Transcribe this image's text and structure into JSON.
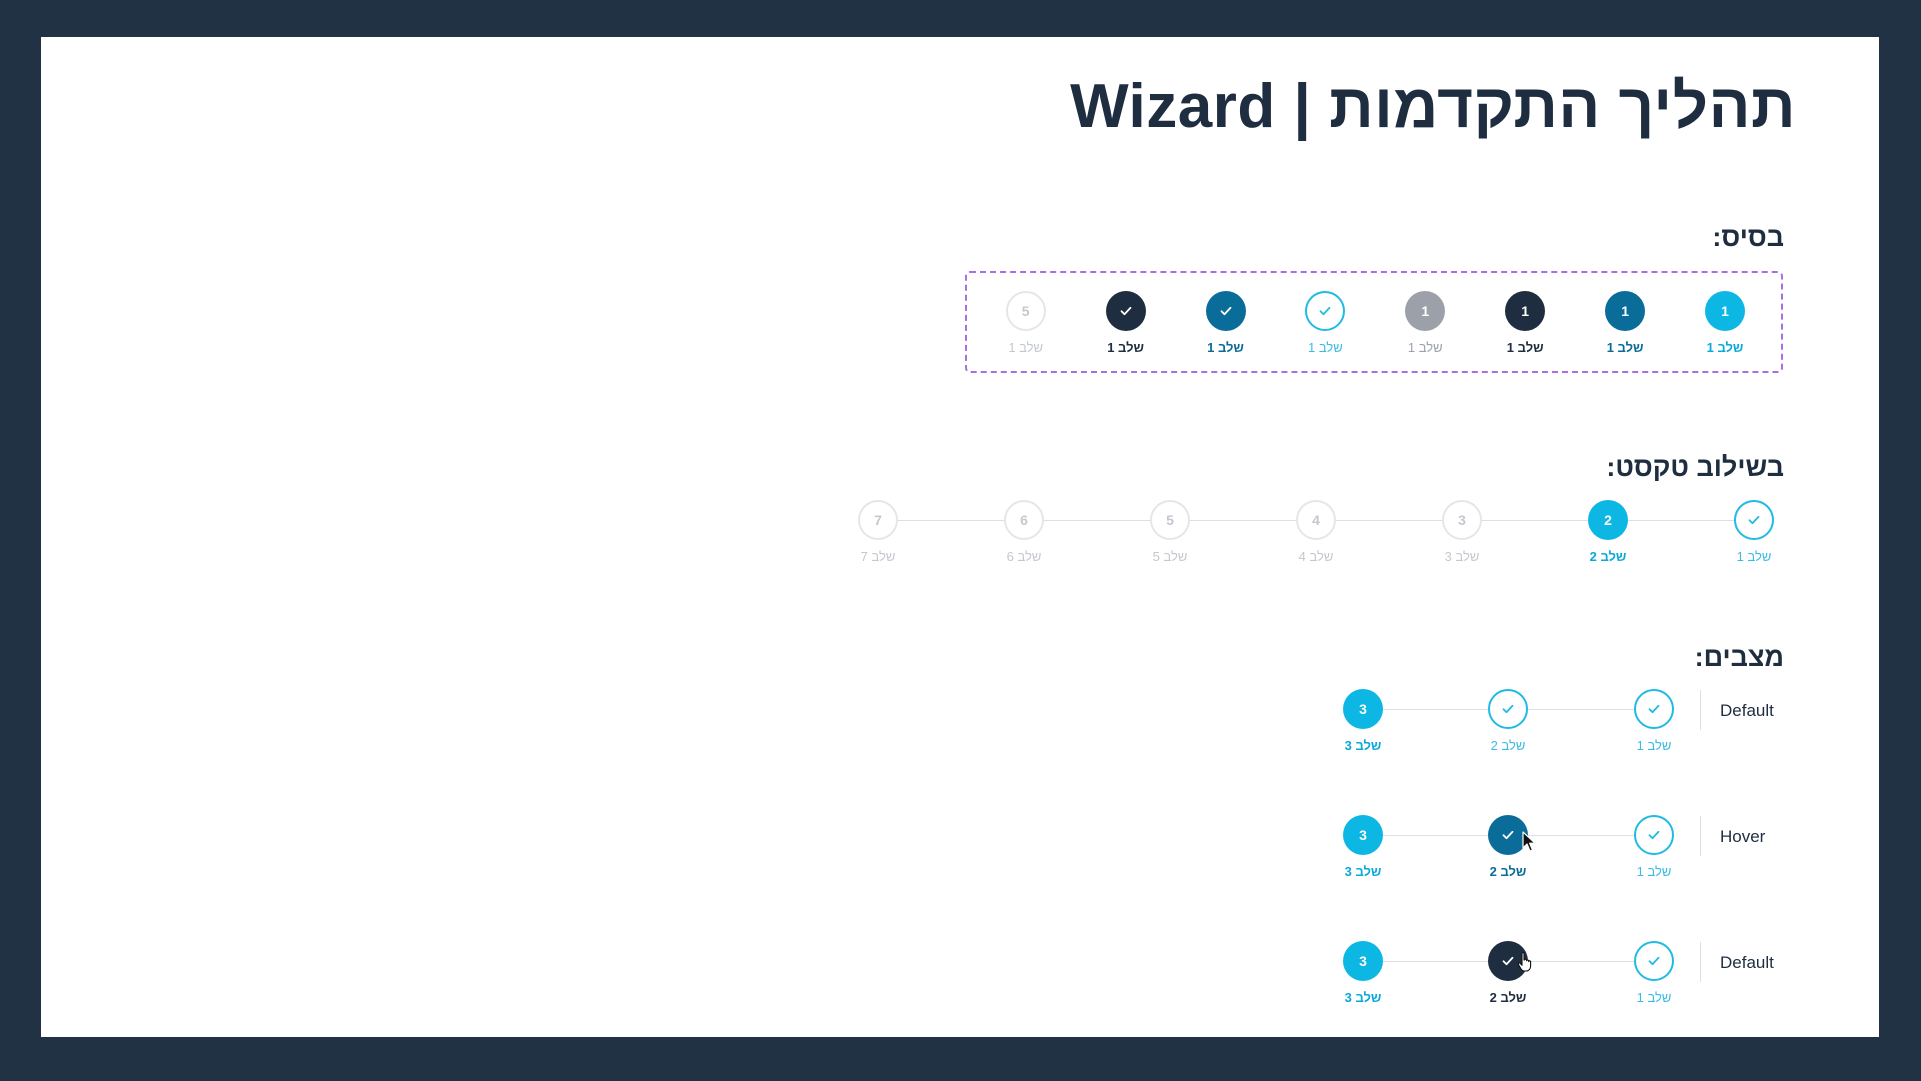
{
  "page_title": "תהליך התקדמות | Wizard",
  "sections": {
    "basic": "בסיס:",
    "with_text": "בשילוב טקסט:",
    "states": "מצבים:"
  },
  "basic_steps": [
    {
      "number": "1",
      "label": "שלב 1",
      "variant": "active",
      "icon": null
    },
    {
      "number": "1",
      "label": "שלב 1",
      "variant": "hover",
      "icon": null
    },
    {
      "number": "1",
      "label": "שלב 1",
      "variant": "press",
      "icon": null
    },
    {
      "number": "1",
      "label": "שלב 1",
      "variant": "disabled",
      "icon": null
    },
    {
      "number": "",
      "label": "שלב 1",
      "variant": "done",
      "icon": "check-icon"
    },
    {
      "number": "",
      "label": "שלב 1",
      "variant": "hover",
      "icon": "check-icon"
    },
    {
      "number": "",
      "label": "שלב 1",
      "variant": "press",
      "icon": "check-icon"
    },
    {
      "number": "5",
      "label": "שלב 1",
      "variant": "future",
      "icon": null
    }
  ],
  "text_steps": [
    {
      "number": "",
      "label": "שלב 1",
      "variant": "done",
      "icon": "check-icon"
    },
    {
      "number": "2",
      "label": "שלב 2",
      "variant": "active",
      "icon": null
    },
    {
      "number": "3",
      "label": "שלב 3",
      "variant": "future",
      "icon": null
    },
    {
      "number": "4",
      "label": "שלב 4",
      "variant": "future",
      "icon": null
    },
    {
      "number": "5",
      "label": "שלב 5",
      "variant": "future",
      "icon": null
    },
    {
      "number": "6",
      "label": "שלב 6",
      "variant": "future",
      "icon": null
    },
    {
      "number": "7",
      "label": "שלב 7",
      "variant": "future",
      "icon": null
    }
  ],
  "state_rows": [
    {
      "name": "Default",
      "steps": [
        {
          "number": "",
          "label": "שלב 1",
          "variant": "done",
          "icon": "check-icon"
        },
        {
          "number": "",
          "label": "שלב 2",
          "variant": "done",
          "icon": "check-icon"
        },
        {
          "number": "3",
          "label": "שלב 3",
          "variant": "active",
          "icon": null
        }
      ]
    },
    {
      "name": "Hover",
      "cursor": "arrow-cursor-icon",
      "steps": [
        {
          "number": "",
          "label": "שלב 1",
          "variant": "done",
          "icon": "check-icon"
        },
        {
          "number": "",
          "label": "שלב 2",
          "variant": "hover",
          "icon": "check-icon"
        },
        {
          "number": "3",
          "label": "שלב 3",
          "variant": "active",
          "icon": null
        }
      ]
    },
    {
      "name": "Default",
      "cursor": "hand-cursor-icon",
      "steps": [
        {
          "number": "",
          "label": "שלב 1",
          "variant": "done",
          "icon": "check-icon"
        },
        {
          "number": "",
          "label": "שלב 2",
          "variant": "press",
          "icon": "check-icon"
        },
        {
          "number": "3",
          "label": "שלב 3",
          "variant": "active",
          "icon": null
        }
      ]
    }
  ],
  "colors": {
    "background": "#213244",
    "active": "#0db7e4",
    "hover": "#0a6c98",
    "press": "#1e2d3f",
    "disabled": "#9ba0a9",
    "done_outline": "#20bbe3",
    "future_outline": "#e4e6ea",
    "focus_dashed": "#a56fe8"
  }
}
